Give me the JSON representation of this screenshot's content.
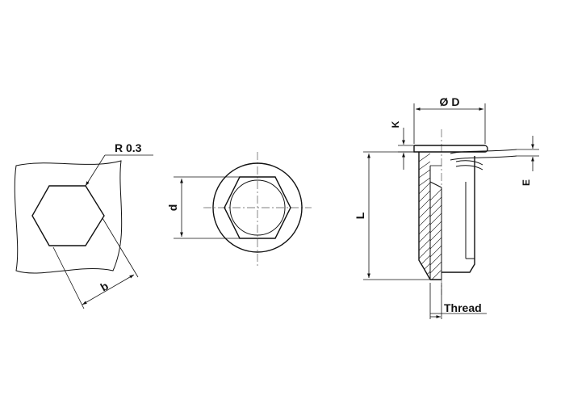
{
  "labels": {
    "radius": "R 0.3",
    "b": "b",
    "d": "d",
    "dia_d": "Ø D",
    "k": "K",
    "e": "E",
    "l": "L",
    "thread": "Thread"
  }
}
